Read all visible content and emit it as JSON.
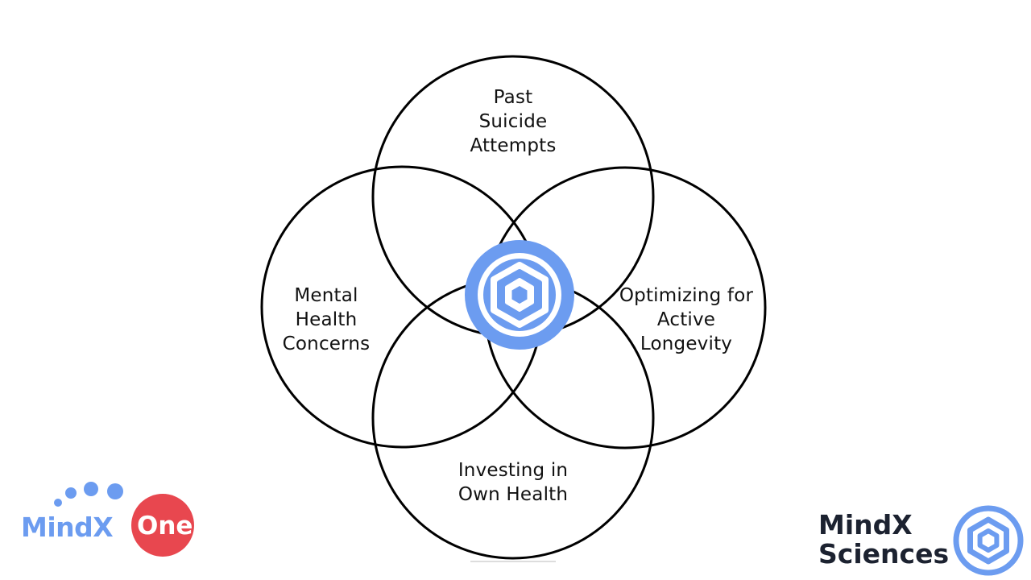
{
  "diagram": {
    "type": "venn",
    "circles": [
      {
        "id": "top",
        "lines": [
          "Past",
          "Suicide",
          "Attempts"
        ]
      },
      {
        "id": "left",
        "lines": [
          "Mental",
          "Health",
          "Concerns"
        ]
      },
      {
        "id": "right",
        "lines": [
          "Optimizing for",
          "Active",
          "Longevity"
        ]
      },
      {
        "id": "bottom",
        "lines": [
          "Investing in",
          "Own Health"
        ]
      }
    ],
    "center_icon": "mindx-sciences-hexagon-target-icon",
    "stroke_color": "#000000",
    "accent_color": "#6c9cf0"
  },
  "branding": {
    "left_logo": {
      "word1": "MindX",
      "word2": "One",
      "blue": "#6c9cf0",
      "red": "#e8474f"
    },
    "right_logo": {
      "line1": "MindX",
      "line2": "Sciences",
      "text_color": "#1c2230",
      "icon_color": "#6c9cf0"
    }
  }
}
